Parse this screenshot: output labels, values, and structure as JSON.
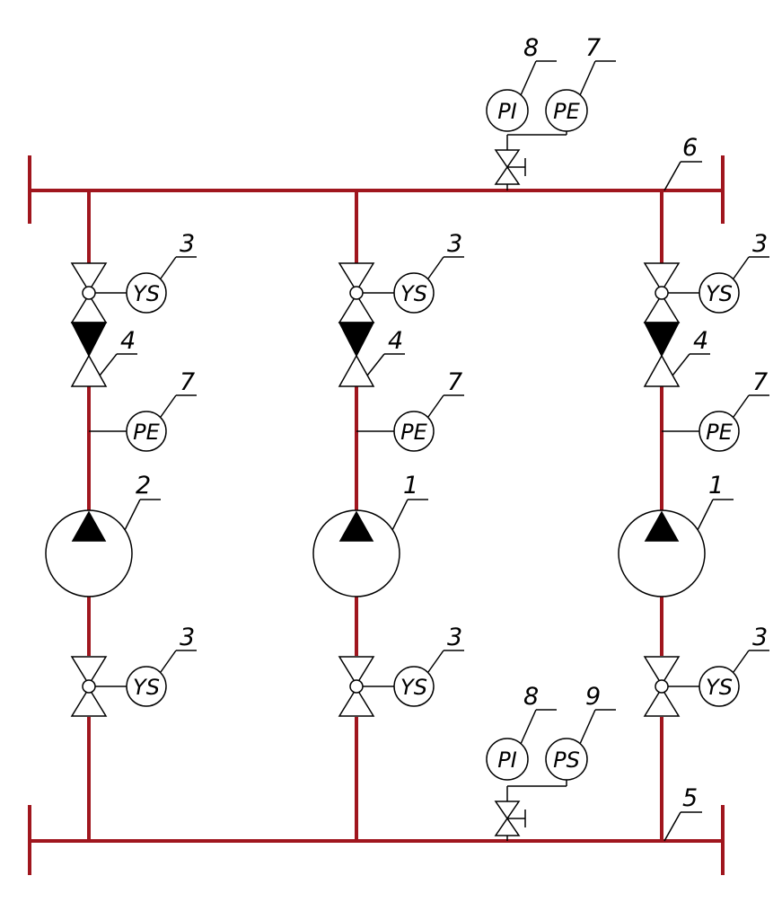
{
  "pumps": [
    {
      "label": "2"
    },
    {
      "label": "1"
    },
    {
      "label": "1"
    }
  ],
  "actuator_tag": "YS",
  "pressure_transmitter_tag": "PE",
  "pressure_indicator_tag": "PI",
  "pressure_switch_tag": "PS",
  "labels": {
    "pump_left": "2",
    "pump_mid": "1",
    "pump_right": "1",
    "actuated_valve": "3",
    "check_valve": "4",
    "suction_header": "5",
    "discharge_header": "6",
    "pressure_transmitter": "7",
    "pressure_gauge": "8",
    "pressure_switch": "9"
  },
  "colors": {
    "pipe": "#a0161e",
    "symbol": "#000000"
  }
}
